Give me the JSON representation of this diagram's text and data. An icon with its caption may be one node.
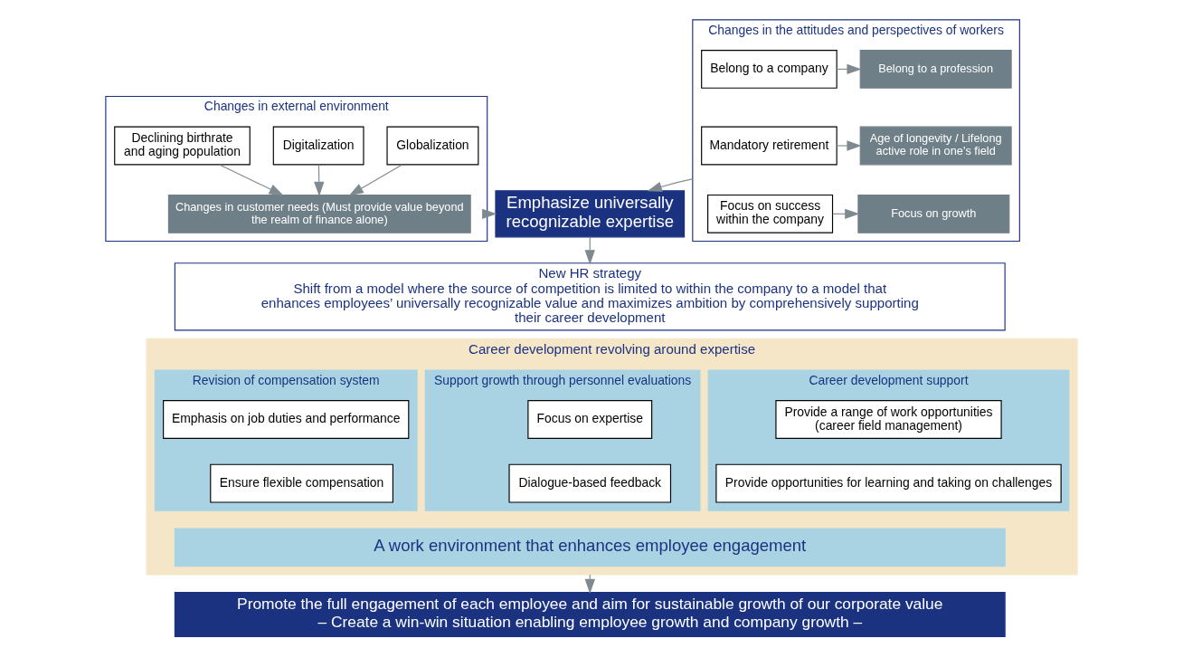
{
  "diagram": {
    "nodes": [
      {
        "text": [
          "Changes in external environment"
        ]
      },
      {
        "text": [
          "Declining birthrate and aging population"
        ],
        "in": 0
      },
      {
        "text": [
          "Digitalization"
        ],
        "in": 0
      },
      {
        "text": [
          "Globalization"
        ],
        "in": 0
      },
      {
        "text": [
          "Changes in customer needs (Must provide value beyond the realm of finance alone)"
        ],
        "in": 0
      },
      {
        "text": [
          "Emphasize universally recognizable expertise"
        ]
      },
      {
        "text": [
          "Changes in the attitudes and perspectives of workers"
        ]
      },
      {
        "text": [
          "Belong to a company"
        ],
        "in": 6
      },
      {
        "text": [
          "Belong to a profession"
        ],
        "in": 6
      },
      {
        "text": [
          "Mandatory retirement"
        ],
        "in": 6
      },
      {
        "text": [
          "Age of longevity / Lifelong active role in one’s field"
        ],
        "in": 6
      },
      {
        "text": [
          "Focus on success within the company"
        ],
        "in": 6
      },
      {
        "text": [
          "Focus on growth"
        ],
        "in": 6
      },
      {
        "text": [
          "New HR strategy",
          "Shift from a model where the source of competition is limited to within the company to a model that enhances employees’ universally recognizable value and maximizes ambition by comprehensively supporting their career development"
        ]
      },
      {
        "text": [
          "Career development revolving around expertise"
        ]
      },
      {
        "text": [
          "Career development support"
        ],
        "in": 14
      },
      {
        "text": [
          "Provide a range of work opportunities (career field management)"
        ],
        "in": 15
      },
      {
        "text": [
          "Provide opportunities for learning and taking on challenges"
        ],
        "in": 15
      },
      {
        "text": [
          "Support growth through personnel evaluations"
        ],
        "in": 14
      },
      {
        "text": [
          "Focus on expertise"
        ],
        "in": 18
      },
      {
        "text": [
          "Dialogue-based feedback"
        ],
        "in": 18
      },
      {
        "text": [
          "Revision of compensation system"
        ],
        "in": 14
      },
      {
        "text": [
          "Emphasis on job duties and performance"
        ],
        "in": 21
      },
      {
        "text": [
          "Ensure flexible compensation"
        ],
        "in": 21
      },
      {
        "text": [
          "A work environment that enhances employee engagement"
        ],
        "in": 14
      },
      {
        "text": [
          "Promote the full engagement of each employee and aim for sustainable growth of our corporate value – Create a win-win situation enabling employee growth and company growth –"
        ]
      }
    ],
    "edges": [
      {
        "from": 1,
        "to": 4,
        "arrow": "to"
      },
      {
        "from": 2,
        "to": 4,
        "arrow": "to"
      },
      {
        "from": 3,
        "to": 4,
        "arrow": "to"
      },
      {
        "from": 0,
        "to": 5,
        "arrow": "to"
      },
      {
        "from": 6,
        "to": 5,
        "arrow": "to"
      },
      {
        "from": 7,
        "to": 8,
        "arrow": "to"
      },
      {
        "from": 9,
        "to": 10,
        "arrow": "to"
      },
      {
        "from": 11,
        "to": 12,
        "arrow": "to"
      },
      {
        "from": 5,
        "to": 13,
        "arrow": "to"
      },
      {
        "from": 14,
        "to": 25,
        "arrow": "to"
      }
    ]
  }
}
